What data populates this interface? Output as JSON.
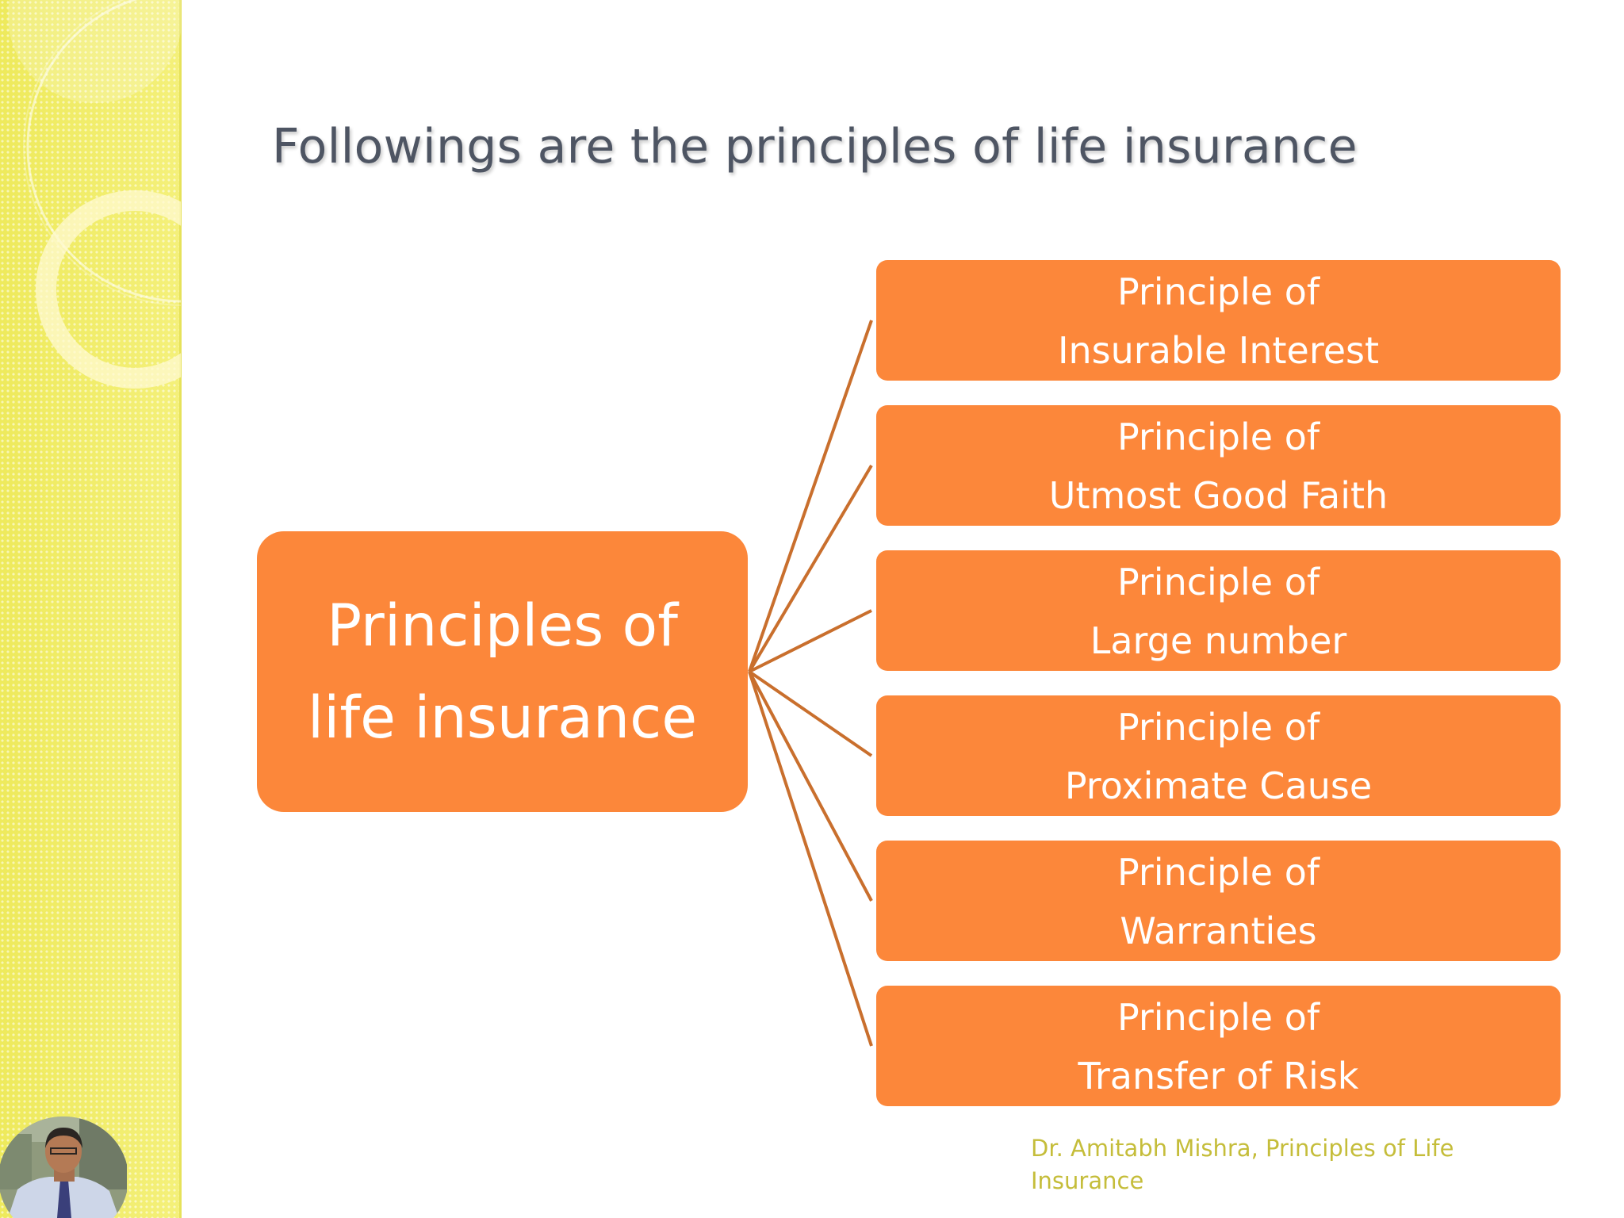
{
  "slide": {
    "title": "Followings are the principles of life insurance",
    "root": {
      "line1": "Principles of",
      "line2": "life insurance"
    },
    "branches": [
      {
        "line1": "Principle of",
        "line2": "Insurable Interest"
      },
      {
        "line1": "Principle of",
        "line2": "Utmost Good Faith"
      },
      {
        "line1": "Principle of",
        "line2": "Large number"
      },
      {
        "line1": "Principle of",
        "line2": "Proximate Cause"
      },
      {
        "line1": "Principle of",
        "line2": "Warranties"
      },
      {
        "line1": "Principle of",
        "line2": "Transfer of Risk"
      }
    ],
    "footer": {
      "line1": "Dr. Amitabh Mishra, Principles of Life",
      "line2": "Insurance"
    }
  },
  "colors": {
    "node_fill": "#fc873a",
    "connector": "#c96f2d",
    "title_text": "#4e5563",
    "footer_text": "#c5bd3a",
    "band": "#f2ee6a"
  }
}
